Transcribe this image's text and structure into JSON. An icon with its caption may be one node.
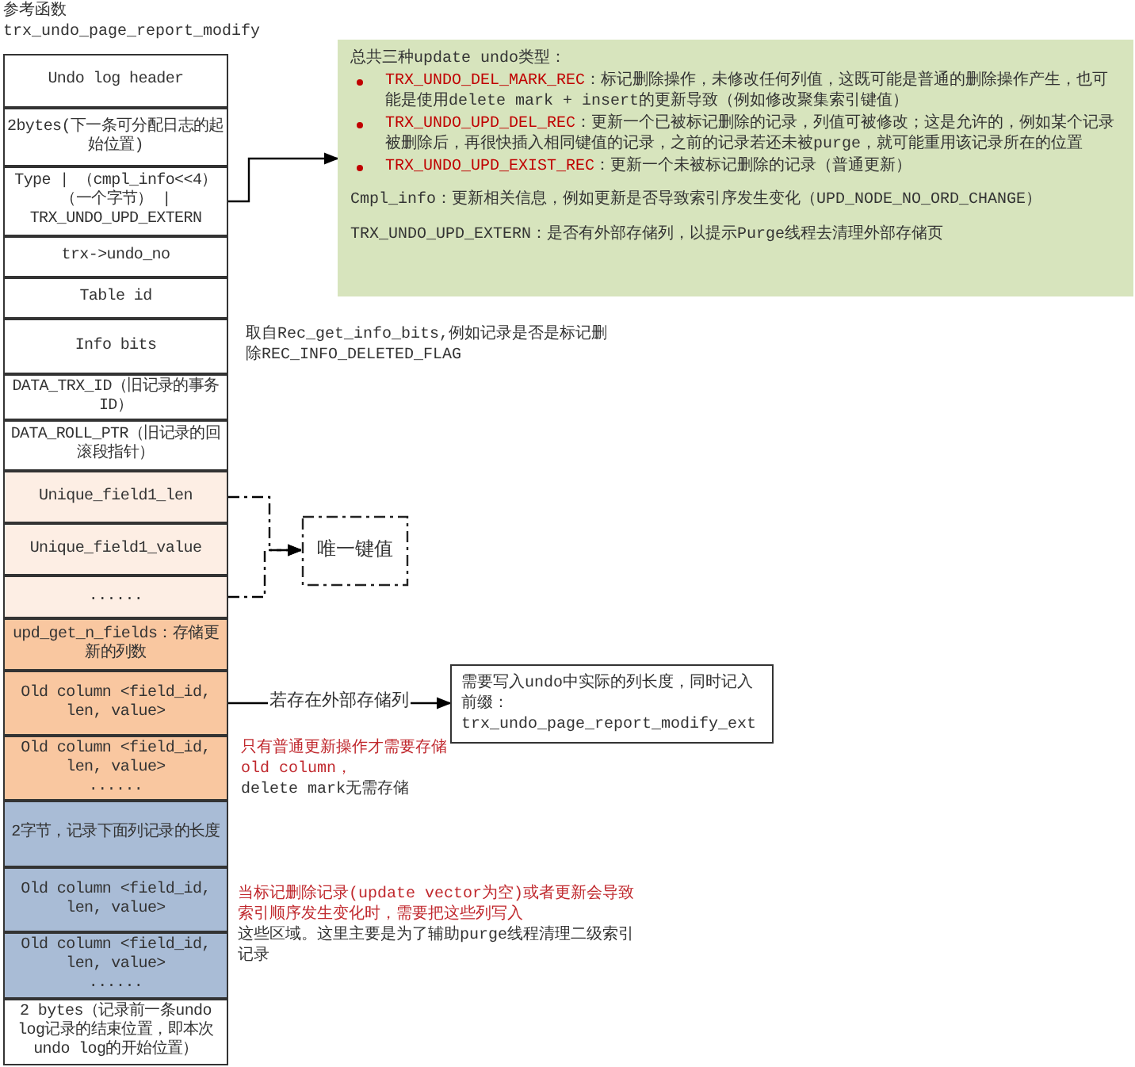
{
  "diagram": {
    "nodes": [
      {
        "text": [
          "Undo log header"
        ]
      },
      {
        "text": [
          "2bytes(下一条可分配日志的起始位置)"
        ]
      },
      {
        "text": [
          "Type | （cmpl_info<<4）（一个字节） | TRX_UNDO_UPD_EXTERN"
        ]
      },
      {
        "text": [
          "trx->undo_no"
        ]
      },
      {
        "text": [
          "Table id"
        ]
      },
      {
        "text": [
          "Info bits"
        ]
      },
      {
        "text": [
          "DATA_TRX_ID（旧记录的事务ID）"
        ]
      },
      {
        "text": [
          "DATA_ROLL_PTR（旧记录的回滚段指针）"
        ]
      },
      {
        "text": [
          "Unique_field1_len"
        ]
      },
      {
        "text": [
          "Unique_field1_value"
        ]
      },
      {
        "text": [
          "......"
        ]
      },
      {
        "text": [
          "upd_get_n_fields：存储更新的列数"
        ]
      },
      {
        "text": [
          "Old column <field_id, len, value>"
        ]
      },
      {
        "text": [
          "Old column <field_id, len, value>",
          "......"
        ]
      },
      {
        "text": [
          "2字节，记录下面列记录的长度"
        ]
      },
      {
        "text": [
          "Old column <field_id, len, value>"
        ]
      },
      {
        "text": [
          "Old column <field_id, len, value>",
          "......"
        ]
      },
      {
        "text": [
          "2 bytes（记录前一条undo log记录的结束位置，即本次undo log的开始位置）"
        ]
      },
      {
        "text": [
          "总共三种update undo类型：",
          "TRX_UNDO_DEL_MARK_REC",
          "：标记删除操作，未修改任何列值，这既可能是普通的删除操作产生，也可能是使用delete mark + insert的更新导致（例如修改聚集索引键值）",
          "TRX_UNDO_UPD_DEL_REC",
          "：更新一个已被标记删除的记录，列值可被修改；这是允许的，例如某个记录被删除后，再很快插入相同键值的记录，之前的记录若还未被purge，就可能重用该记录所在的位置",
          "TRX_UNDO_UPD_EXIST_REC",
          "：更新一个未被标记删除的记录（普通更新）",
          "Cmpl_info：更新相关信息，例如更新是否导致索引序发生变化（UPD_NODE_NO_ORD_CHANGE）",
          "TRX_UNDO_UPD_EXTERN：是否有外部存储列，以提示Purge线程去清理外部存储页"
        ]
      },
      {
        "text": [
          "唯一键值"
        ]
      },
      {
        "text": [
          "需要写入undo中实际的列长度，同时记入前缀：",
          "trx_undo_page_report_modify_ext"
        ]
      }
    ],
    "edges": [
      {
        "from": 2,
        "to": 18,
        "arrow": "to"
      },
      {
        "from": 8,
        "to": 19,
        "arrow": "to",
        "style": "dashed"
      },
      {
        "from": 10,
        "to": 19,
        "arrow": "to",
        "style": "dashed"
      },
      {
        "from": 12,
        "to": 20,
        "arrow": "to",
        "label": "若存在外部存储列"
      }
    ],
    "labels": [
      "参考函数",
      "trx_undo_page_report_modify",
      "取自Rec_get_info_bits,例如记录是否是标记删除REC_INFO_DELETED_FLAG",
      "只有普通更新操作才需要存储old column，",
      "delete mark无需存储",
      "当标记删除记录(update vector为空)或者更新会导致索引顺序发生变化时，需要把这些列写入",
      "这些区域。这里主要是为了辅助purge线程清理二级索引记录"
    ]
  }
}
